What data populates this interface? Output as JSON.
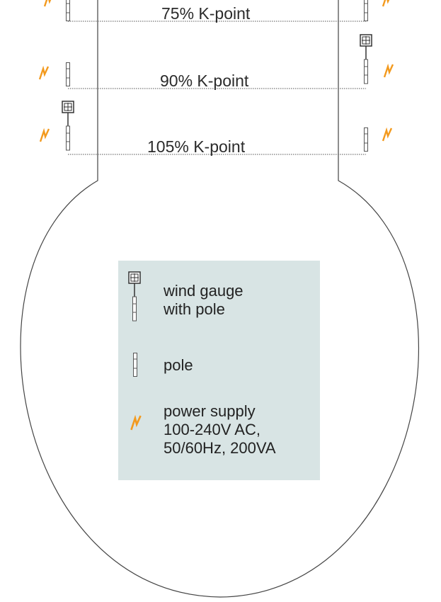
{
  "kpoints": [
    {
      "label": "75% K-point",
      "left": "pole",
      "right": "pole"
    },
    {
      "label": "90% K-point",
      "left": "pole",
      "right": "wind-gauge-with-pole"
    },
    {
      "label": "105% K-point",
      "left": "wind-gauge-with-pole",
      "right": "pole"
    }
  ],
  "legend": {
    "items": [
      {
        "icon": "wind-gauge-with-pole-icon",
        "text": "wind gauge\nwith pole"
      },
      {
        "icon": "pole-icon",
        "text": "pole"
      },
      {
        "icon": "power-supply-icon",
        "text": "power supply\n100-240V AC,\n50/60Hz, 200VA"
      }
    ]
  },
  "colors": {
    "outline": "#444444",
    "power_orange": "#f39a1e",
    "legend_bg": "#d8e4e4",
    "text": "#222222"
  }
}
